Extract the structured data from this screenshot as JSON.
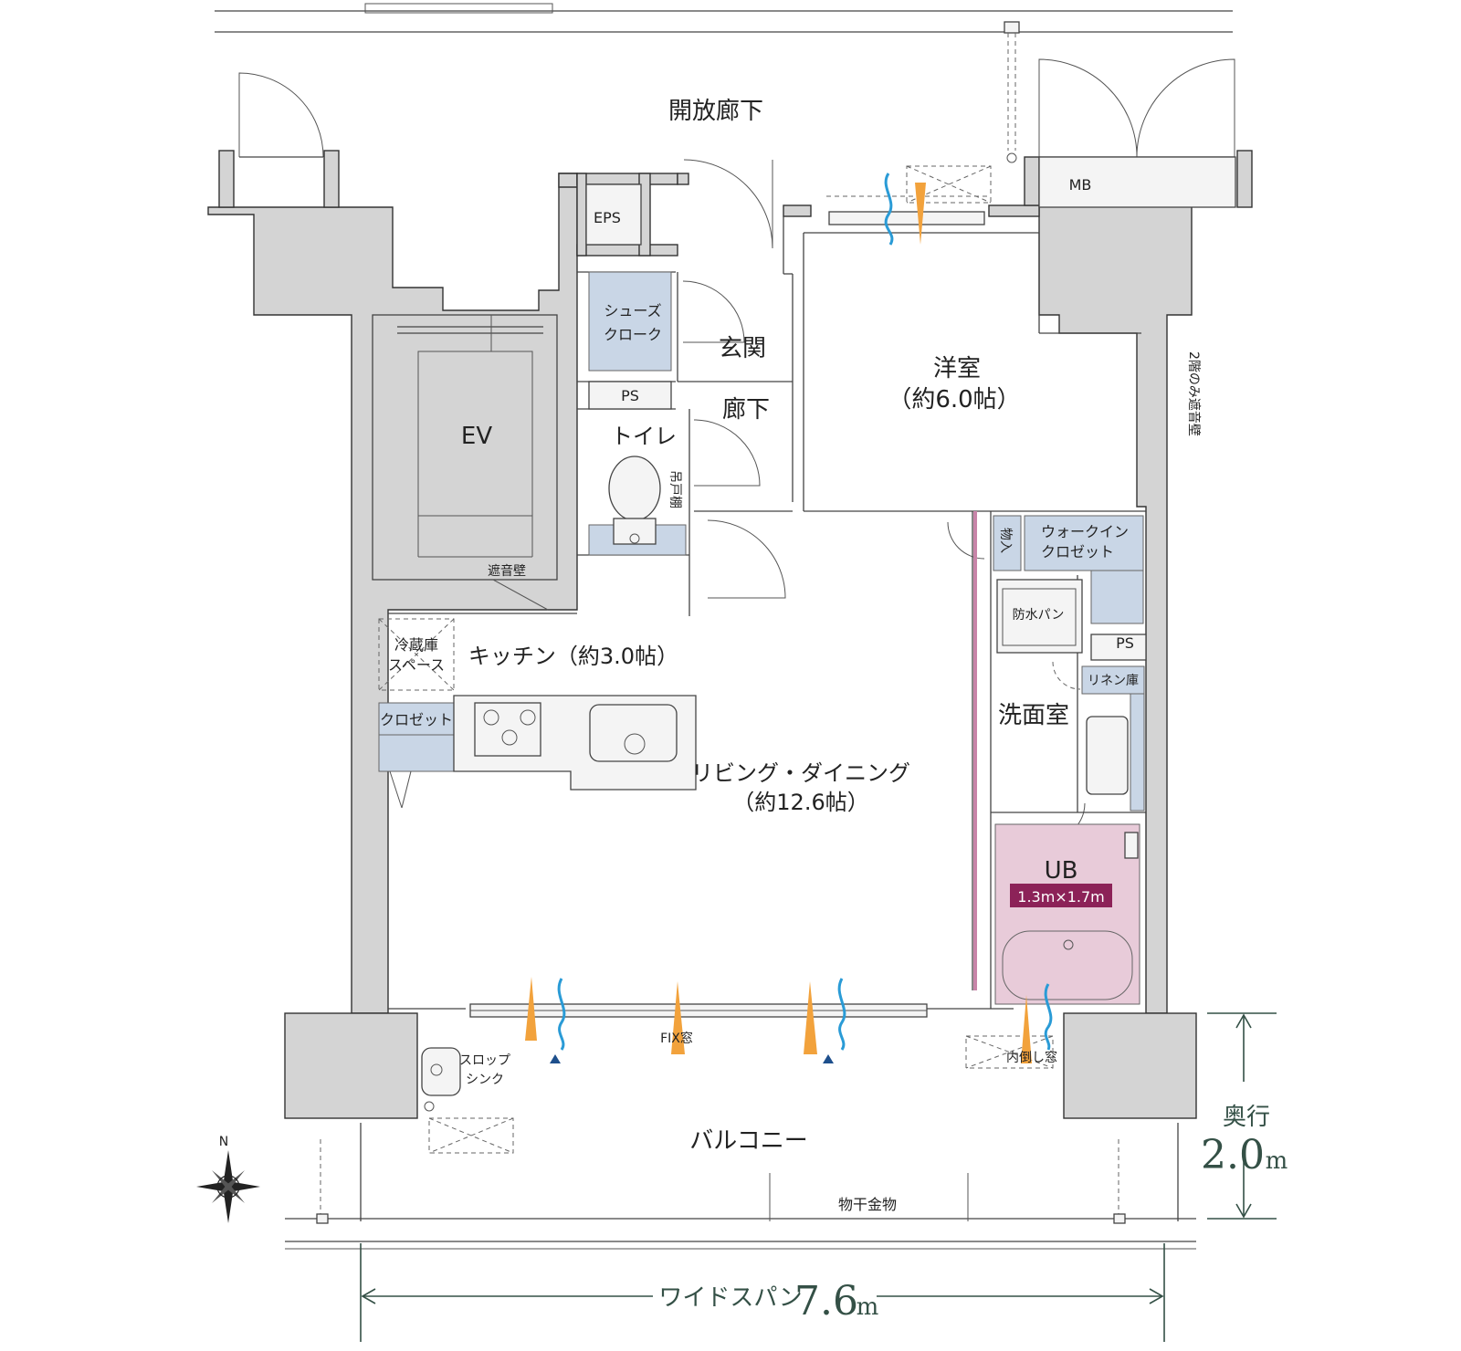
{
  "rooms": {
    "corridor": "開放廊下",
    "mb": "MB",
    "eps": "EPS",
    "shoe_cloak_1": "シューズ",
    "shoe_cloak_2": "クローク",
    "entrance": "玄関",
    "hallway": "廊下",
    "ps_upper": "PS",
    "toilet": "トイレ",
    "hanging_shelf": "吊戸棚",
    "western_room": "洋室",
    "western_room_size": "（約6.0帖）",
    "ev": "EV",
    "soundproof_wall": "遮音壁",
    "soundproof_wall_2f": "2階のみ遮音壁",
    "storage": "物入",
    "walk_in_closet_1": "ウォークイン",
    "walk_in_closet_2": "クロゼット",
    "waterproof_pan": "防水パン",
    "ps_lower": "PS",
    "linen": "リネン庫",
    "washroom": "洗面室",
    "fridge_1": "冷蔵庫",
    "fridge_2": "スペース",
    "kitchen": "キッチン（約3.0帖）",
    "closet": "クロゼット",
    "living_dining": "リビング・ダイニング",
    "living_dining_size": "（約12.6帖）",
    "ub": "UB",
    "ub_size": "1.3m×1.7m",
    "fix_window": "FIX窓",
    "inward_window": "内倒し窓",
    "slop_sink_1": "スロップ",
    "slop_sink_2": "シンク",
    "balcony": "バルコニー",
    "drying_hardware": "物干金物",
    "north": "N"
  },
  "dimensions": {
    "depth_label": "奥行",
    "depth_value": "2.0",
    "depth_unit": "m",
    "width_label": "ワイドスパン",
    "width_value": "7.6",
    "width_unit": "m"
  },
  "colors": {
    "storage_blue": "#c9d6e6",
    "bath_pink": "#e8cbd9",
    "ub_badge": "#8c2258",
    "wall_gray": "#d4d4d4",
    "airflow_orange": "#f2a23c",
    "airflow_blue": "#2a9bd6",
    "dimension_green": "#345046"
  }
}
